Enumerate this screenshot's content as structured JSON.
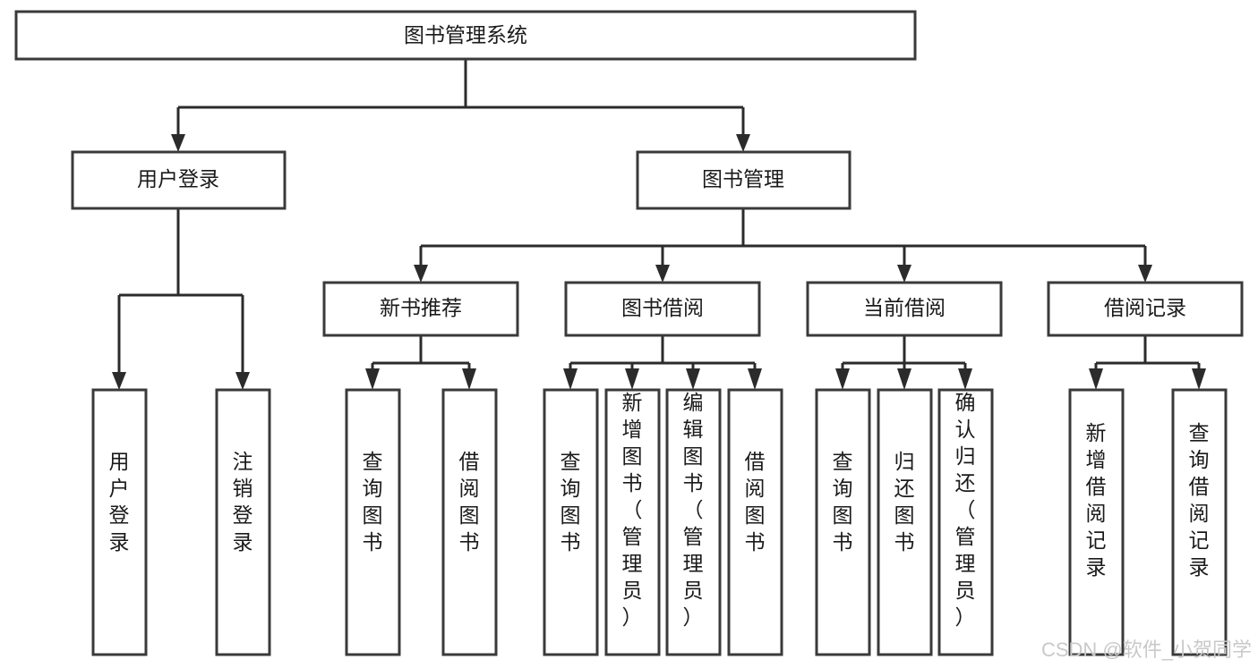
{
  "diagram": {
    "title": "图书管理系统",
    "type": "tree",
    "orientation": "top-down",
    "colors": {
      "box_stroke": "#3a3a3a",
      "box_fill": "#ffffff",
      "connector": "#2b2b2b",
      "text": "#1a1a1a",
      "watermark": "#c9c9c9",
      "background": "#ffffff"
    },
    "nodes": {
      "root": {
        "label": "图书管理系统",
        "level": 1,
        "orientation": "horizontal"
      },
      "l2": [
        {
          "id": "user-login",
          "label": "用户登录",
          "level": 2,
          "orientation": "horizontal"
        },
        {
          "id": "book-manage",
          "label": "图书管理",
          "level": 2,
          "orientation": "horizontal"
        }
      ],
      "l3": [
        {
          "id": "new-book-rec",
          "label": "新书推荐",
          "level": 3,
          "orientation": "horizontal",
          "parent": "book-manage"
        },
        {
          "id": "book-borrow",
          "label": "图书借阅",
          "level": 3,
          "orientation": "horizontal",
          "parent": "book-manage"
        },
        {
          "id": "current-borrow",
          "label": "当前借阅",
          "level": 3,
          "orientation": "horizontal",
          "parent": "book-manage"
        },
        {
          "id": "borrow-record",
          "label": "借阅记录",
          "level": 3,
          "orientation": "horizontal",
          "parent": "book-manage"
        }
      ],
      "leaves": [
        {
          "id": "leaf-user-login",
          "label": "用户登录",
          "parent": "user-login",
          "orientation": "vertical"
        },
        {
          "id": "leaf-logout-login",
          "label": "注销登录",
          "parent": "user-login",
          "orientation": "vertical"
        },
        {
          "id": "leaf-query-book-1",
          "label": "查询图书",
          "parent": "new-book-rec",
          "orientation": "vertical"
        },
        {
          "id": "leaf-borrow-book-1",
          "label": "借阅图书",
          "parent": "new-book-rec",
          "orientation": "vertical"
        },
        {
          "id": "leaf-query-book-2",
          "label": "查询图书",
          "parent": "book-borrow",
          "orientation": "vertical"
        },
        {
          "id": "leaf-add-book",
          "label": "新增图书（管理员）",
          "parent": "book-borrow",
          "orientation": "vertical"
        },
        {
          "id": "leaf-edit-book",
          "label": "编辑图书（管理员）",
          "parent": "book-borrow",
          "orientation": "vertical"
        },
        {
          "id": "leaf-borrow-book-2",
          "label": "借阅图书",
          "parent": "book-borrow",
          "orientation": "vertical"
        },
        {
          "id": "leaf-query-book-3",
          "label": "查询图书",
          "parent": "current-borrow",
          "orientation": "vertical"
        },
        {
          "id": "leaf-return-book",
          "label": "归还图书",
          "parent": "current-borrow",
          "orientation": "vertical"
        },
        {
          "id": "leaf-confirm-return",
          "label": "确认归还（管理员）",
          "parent": "current-borrow",
          "orientation": "vertical"
        },
        {
          "id": "leaf-add-record",
          "label": "新增借阅记录",
          "parent": "borrow-record",
          "orientation": "vertical"
        },
        {
          "id": "leaf-query-record",
          "label": "查询借阅记录",
          "parent": "borrow-record",
          "orientation": "vertical"
        }
      ]
    },
    "watermark": "CSDN @软件_小贺同学"
  }
}
